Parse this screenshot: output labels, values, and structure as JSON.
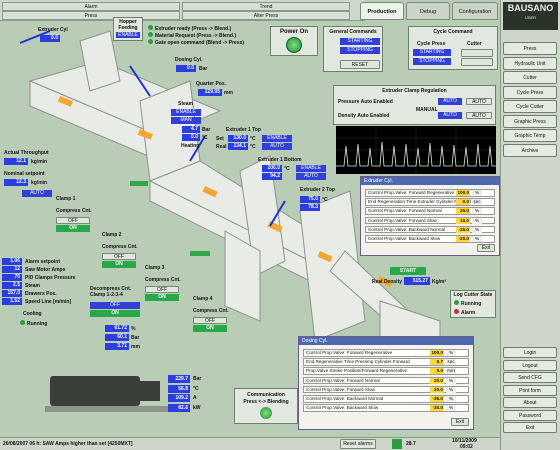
{
  "top": {
    "tab1": "Alarm",
    "tab2": "Trend",
    "tab3": "Press",
    "tab4": "Alter Press",
    "main_tabs": [
      "Production",
      "Debug",
      "Configuration"
    ]
  },
  "logo": {
    "name": "BAUSANO",
    "sub": "USER"
  },
  "right_menu": [
    "Press",
    "Hydraulic Unit",
    "Cutter",
    "Cycle Press",
    "Cycle Cutter",
    "Graphic Press",
    "Graphic Temp",
    "Archive"
  ],
  "right_bottom": [
    "Login",
    "Logout",
    "Send CFG",
    "Print form",
    "About",
    "Password",
    "Exit"
  ],
  "hopper": {
    "title": "Hopper Feeding",
    "state": "ENABLE"
  },
  "extruder_cyl": {
    "title": "Extruder Cyl",
    "value": "0.0"
  },
  "status_list": [
    "Extruder ready (Press -> Blend.)",
    "Material Request (Press -> Blend.)",
    "Gate open command (Blend -> Press)"
  ],
  "power_on": "Power On",
  "general": {
    "title": "General Commands",
    "starting": "STARTING",
    "stopping": "STOPPING",
    "reset": "RESET"
  },
  "cycle": {
    "title": "Cycle Command",
    "cycle_press": "Cycle Press",
    "cutter": "Cutter",
    "starting": "STARTING",
    "stopping": "STOPPING"
  },
  "dosing": {
    "title": "Dosing Cyl.",
    "value": "0.0",
    "unit": "Bar"
  },
  "quarter": {
    "label": "Quarter Pos.",
    "value": "229.95",
    "unit": "mm"
  },
  "steam": {
    "label": "Steam",
    "enable": "ENABLE",
    "man": "MAN",
    "v1": "4.7",
    "u1": "Bar",
    "v2": "0.0",
    "u2": "°C",
    "heating": "Heating"
  },
  "extruder1": {
    "title": "Extruder 1 Top",
    "set": "Set",
    "real": "Real",
    "set_v": "130.0",
    "real_v": "134.1",
    "unit": "°C",
    "enable": "ENABLE",
    "auto": "AUTO"
  },
  "extruder1b": {
    "title": "Extruder 1 Bottom",
    "set_v": "100.0",
    "real_v": "94.2",
    "unit": "°C",
    "enable": "ENABLE",
    "auto": "AUTO"
  },
  "extruder2": {
    "title": "Extruder 2 Top",
    "set_v": "75.0",
    "real_v": "78.3",
    "unit": "°C"
  },
  "throughput": {
    "label": "Actual Throughput",
    "value": "12.1",
    "unit": "kg/min",
    "nominal_label": "Nominal setpoint",
    "nominal": "12.3",
    "nunit": "kg/min",
    "auto": "AUTO"
  },
  "clamp1": {
    "title": "Clamp 1",
    "sub": "Compress Cnt.",
    "off": "OFF",
    "on": "ON"
  },
  "clamp2": {
    "title": "Clamp 2",
    "sub": "Compress Cnt.",
    "off": "OFF",
    "on": "ON"
  },
  "clamp3": {
    "title": "Clamp 3",
    "sub": "Compress Cnt.",
    "off": "OFF",
    "on": "ON"
  },
  "clamp4": {
    "title": "Clamp 4",
    "sub": "Compress Cnt.",
    "off": "OFF",
    "on": "ON"
  },
  "decompress": {
    "title": "Decompress Cnt. Clamp 1-2-3-4",
    "off": "OFF",
    "on": "ON",
    "v1": "61.72",
    "u1": "%",
    "v2": "60.1",
    "u2": "Bar",
    "v3": "3.71",
    "u3": "mm"
  },
  "left_values": [
    {
      "v": "1.06",
      "l": "Alarm setpoint"
    },
    {
      "v": "12",
      "l": "Saw Motor Amps"
    },
    {
      "v": "70",
      "l": "PID Clamps Pressure"
    },
    {
      "v": "2.5",
      "l": "Steam"
    },
    {
      "v": "157.0",
      "l": "Drawers Pos."
    },
    {
      "v": "1.52",
      "l": "Speed Line [m/min]"
    }
  ],
  "cooling": {
    "label": "Cooling",
    "state": "Running"
  },
  "motor": [
    {
      "v": "229.7",
      "u": "Bar"
    },
    {
      "v": "56.8",
      "u": "°C"
    },
    {
      "v": "109.2",
      "u": "A"
    },
    {
      "v": "82.6",
      "u": "kW"
    }
  ],
  "comms": {
    "title": "Communication",
    "sub": "Press <-> Blending"
  },
  "clamp_reg": {
    "title": "Extruder Clamp Regulation",
    "r1": "Pressure Auto Enabled",
    "r2": "Density Auto Enabled",
    "manual": "MANUAL",
    "auto": "AUTO"
  },
  "start_btn": "START",
  "real_density": {
    "label": "Real Density",
    "value": "515.27",
    "unit": "Kg/m³"
  },
  "log_cutter": {
    "title": "Log Cutter State",
    "running": "Running",
    "alarm": "Alarm"
  },
  "dlg1": {
    "title": "Extruder Cyl.",
    "rows": [
      {
        "l": "Control Prop.Valve: Forward Regenerative",
        "v": "100.0",
        "u": "%"
      },
      {
        "l": "End Regeneration Time Extruder Cylinder Forward",
        "v": "0.0",
        "u": "sec"
      },
      {
        "l": "Control Prop.Valve: Forward Normal",
        "v": "25.0",
        "u": "%"
      },
      {
        "l": "Control Prop.Valve: Forward Slow",
        "v": "10.0",
        "u": "%"
      },
      {
        "l": "Control Prop.Valve: Backward Normal",
        "v": "-25.0",
        "u": "%"
      },
      {
        "l": "Control Prop.Valve: Backward Slow",
        "v": "-20.0",
        "u": "%"
      }
    ],
    "exit": "Exit"
  },
  "dlg2": {
    "title": "Dosing Cyl.",
    "rows": [
      {
        "l": "Control Prop.Valve: Forward Regenerative",
        "v": "100.0",
        "u": "%"
      },
      {
        "l": "End Regenerative Time Pressmp.Cylinder Forward",
        "v": "0.7",
        "u": "sec"
      },
      {
        "l": "Prop.Valve Stroke Position/Forward Regenerative",
        "v": "0.0",
        "u": "mm"
      },
      {
        "l": "Control Prop.Valve: Forward Normal",
        "v": "20.0",
        "u": "%"
      },
      {
        "l": "Control Prop.Valve: Forward Slow",
        "v": "20.0",
        "u": "%"
      },
      {
        "l": "Control Prop.Valve: Backward Normal",
        "v": "-36.0",
        "u": "%"
      },
      {
        "l": "Control Prop.Valve: Backward Slow",
        "v": "-30.0",
        "u": "%"
      }
    ],
    "exit": "Exit"
  },
  "statusbar": {
    "msg": "20/08/2007 06 h: SAW Amps higher than set [4250MXT]",
    "reset": "Reset alarms",
    "date": "10/11/2009",
    "time": "09:02",
    "num": "28.7"
  },
  "colors": {
    "value_blue": "#2c3ee0",
    "green": "#29a84a",
    "yellow": "#ffd83a"
  }
}
